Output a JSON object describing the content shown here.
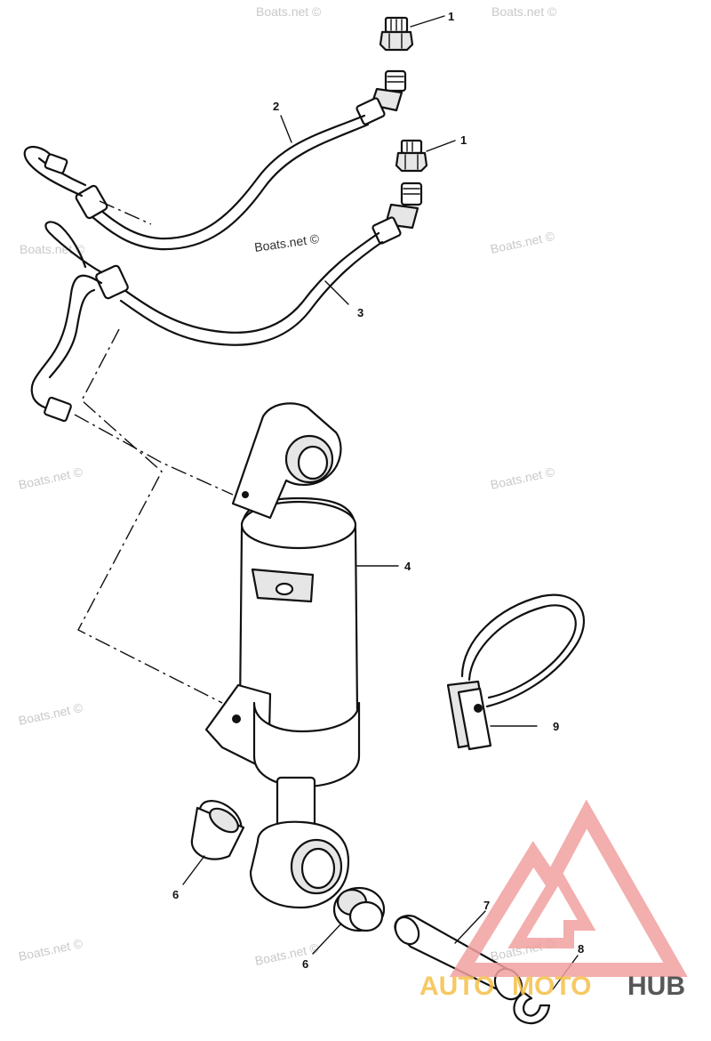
{
  "callouts": {
    "c1a": "1",
    "c1b": "1",
    "c2": "2",
    "c3": "3",
    "c4": "4",
    "c6a": "6",
    "c6b": "6",
    "c7": "7",
    "c8": "8",
    "c9": "9"
  },
  "watermarks": {
    "text": "Boats.net ©"
  },
  "logo": {
    "part1": "AUTO",
    "part2": "MOTO",
    "part3": "HUB",
    "color_primary": "#f2a0a0",
    "color_accent": "#f5c04a",
    "color_dark": "#3a3a3a"
  }
}
